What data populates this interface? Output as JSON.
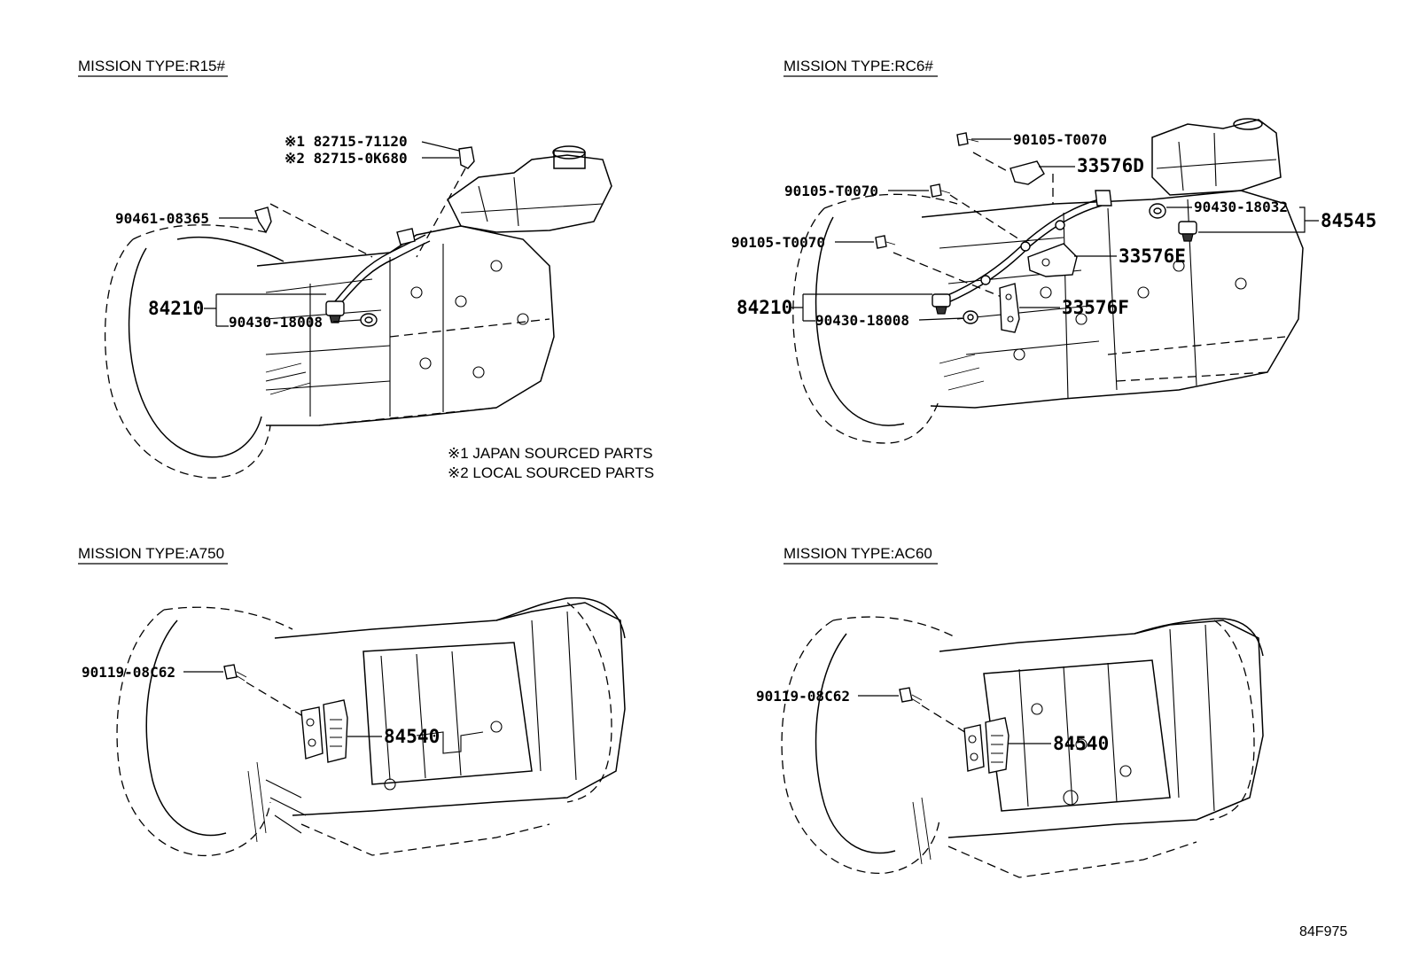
{
  "sections": [
    {
      "id": "r15",
      "title": "MISSION TYPE:R15#",
      "parts": {
        "sensor_jp": "※1 82715-71120",
        "sensor_local": "※2 82715-0K680",
        "clamp": "90461-08365",
        "switch": "84210",
        "gasket": "90430-18008"
      },
      "notes": [
        "※1 JAPAN SOURCED PARTS",
        "※2 LOCAL SOURCED PARTS"
      ]
    },
    {
      "id": "rc6",
      "title": "MISSION TYPE:RC6#",
      "parts": {
        "bolt_a": "90105-T0070",
        "bracket_d": "33576D",
        "bolt_b": "90105-T0070",
        "bolt_c": "90105-T0070",
        "gasket_b": "90430-18032",
        "switch_b": "84545",
        "bracket_e": "33576E",
        "switch": "84210",
        "gasket": "90430-18008",
        "bracket_f": "33576F"
      }
    },
    {
      "id": "a750",
      "title": "MISSION TYPE:A750",
      "parts": {
        "bolt": "90119-08C62",
        "switch": "84540"
      }
    },
    {
      "id": "ac60",
      "title": "MISSION TYPE:AC60",
      "parts": {
        "bolt": "90119-08C62",
        "switch": "84540"
      }
    }
  ],
  "figure_code": "84F975"
}
